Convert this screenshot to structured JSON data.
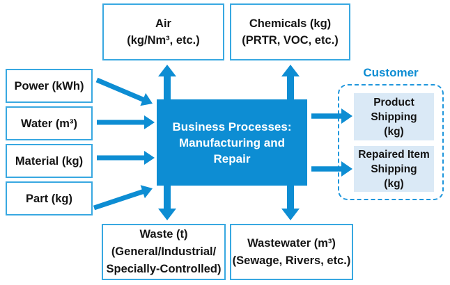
{
  "palette": {
    "primary_blue": "#0d8dd3",
    "box_border_blue": "#38a8e1",
    "light_fill_blue": "#dae9f6",
    "dashed_border_blue": "#1e96dc",
    "text_black": "#141414"
  },
  "process_box": {
    "label": "Business Processes:\nManufacturing and\nRepair"
  },
  "inputs": [
    {
      "label": "Power (kWh)"
    },
    {
      "label": "Water (m³)"
    },
    {
      "label": "Material (kg)"
    },
    {
      "label": "Part (kg)"
    }
  ],
  "emissions_top": [
    {
      "label": "Air\n(kg/Nm³, etc.)"
    },
    {
      "label": "Chemicals (kg)\n(PRTR, VOC, etc.)"
    }
  ],
  "emissions_bottom": [
    {
      "label": "Waste (t)\n(General/Industrial/\nSpecially-Controlled)"
    },
    {
      "label": "Wastewater (m³)\n(Sewage, Rivers, etc.)"
    }
  ],
  "customer": {
    "title": "Customer",
    "outputs": [
      {
        "label": "Product\nShipping\n(kg)"
      },
      {
        "label": "Repaired Item\nShipping\n(kg)"
      }
    ]
  }
}
